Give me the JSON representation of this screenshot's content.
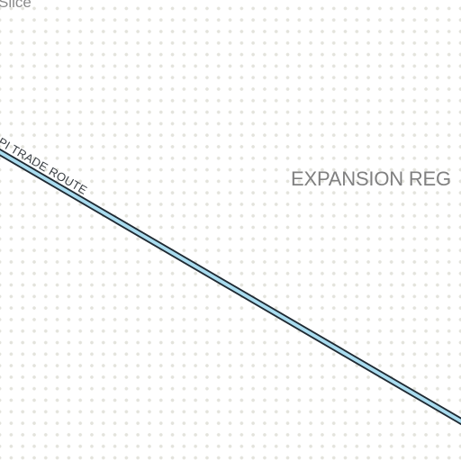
{
  "map": {
    "labels": {
      "top_left_fragment": "Slice",
      "region": "EXPANSION REG"
    },
    "route": {
      "label": "PI TRADE ROUTE",
      "fill_color": "#a9dcef",
      "casing_color": "#1f2a33"
    },
    "background": {
      "color": "#ffffff",
      "dot_color": "#e3e3dc"
    }
  }
}
